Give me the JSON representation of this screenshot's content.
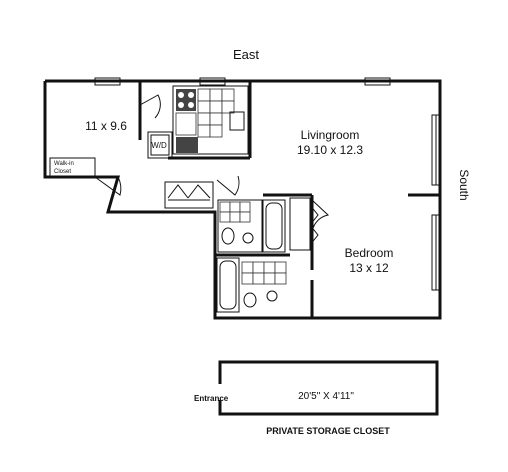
{
  "compass": {
    "north_side_label": "East",
    "right_side_label": "South"
  },
  "rooms": {
    "small_room_dims": "11 x 9.6",
    "walkin_closet_line1": "Walk-in",
    "walkin_closet_line2": "Closet",
    "washer_dryer": "W/D",
    "living_name": "Livingroom",
    "living_dims": "19.10 x 12.3",
    "bedroom_name": "Bedroom",
    "bedroom_dims": "13 x 12"
  },
  "storage": {
    "entrance_label": "Entrance",
    "dims": "20'5\" X 4'11\"",
    "caption": "PRIVATE STORAGE CLOSET"
  }
}
